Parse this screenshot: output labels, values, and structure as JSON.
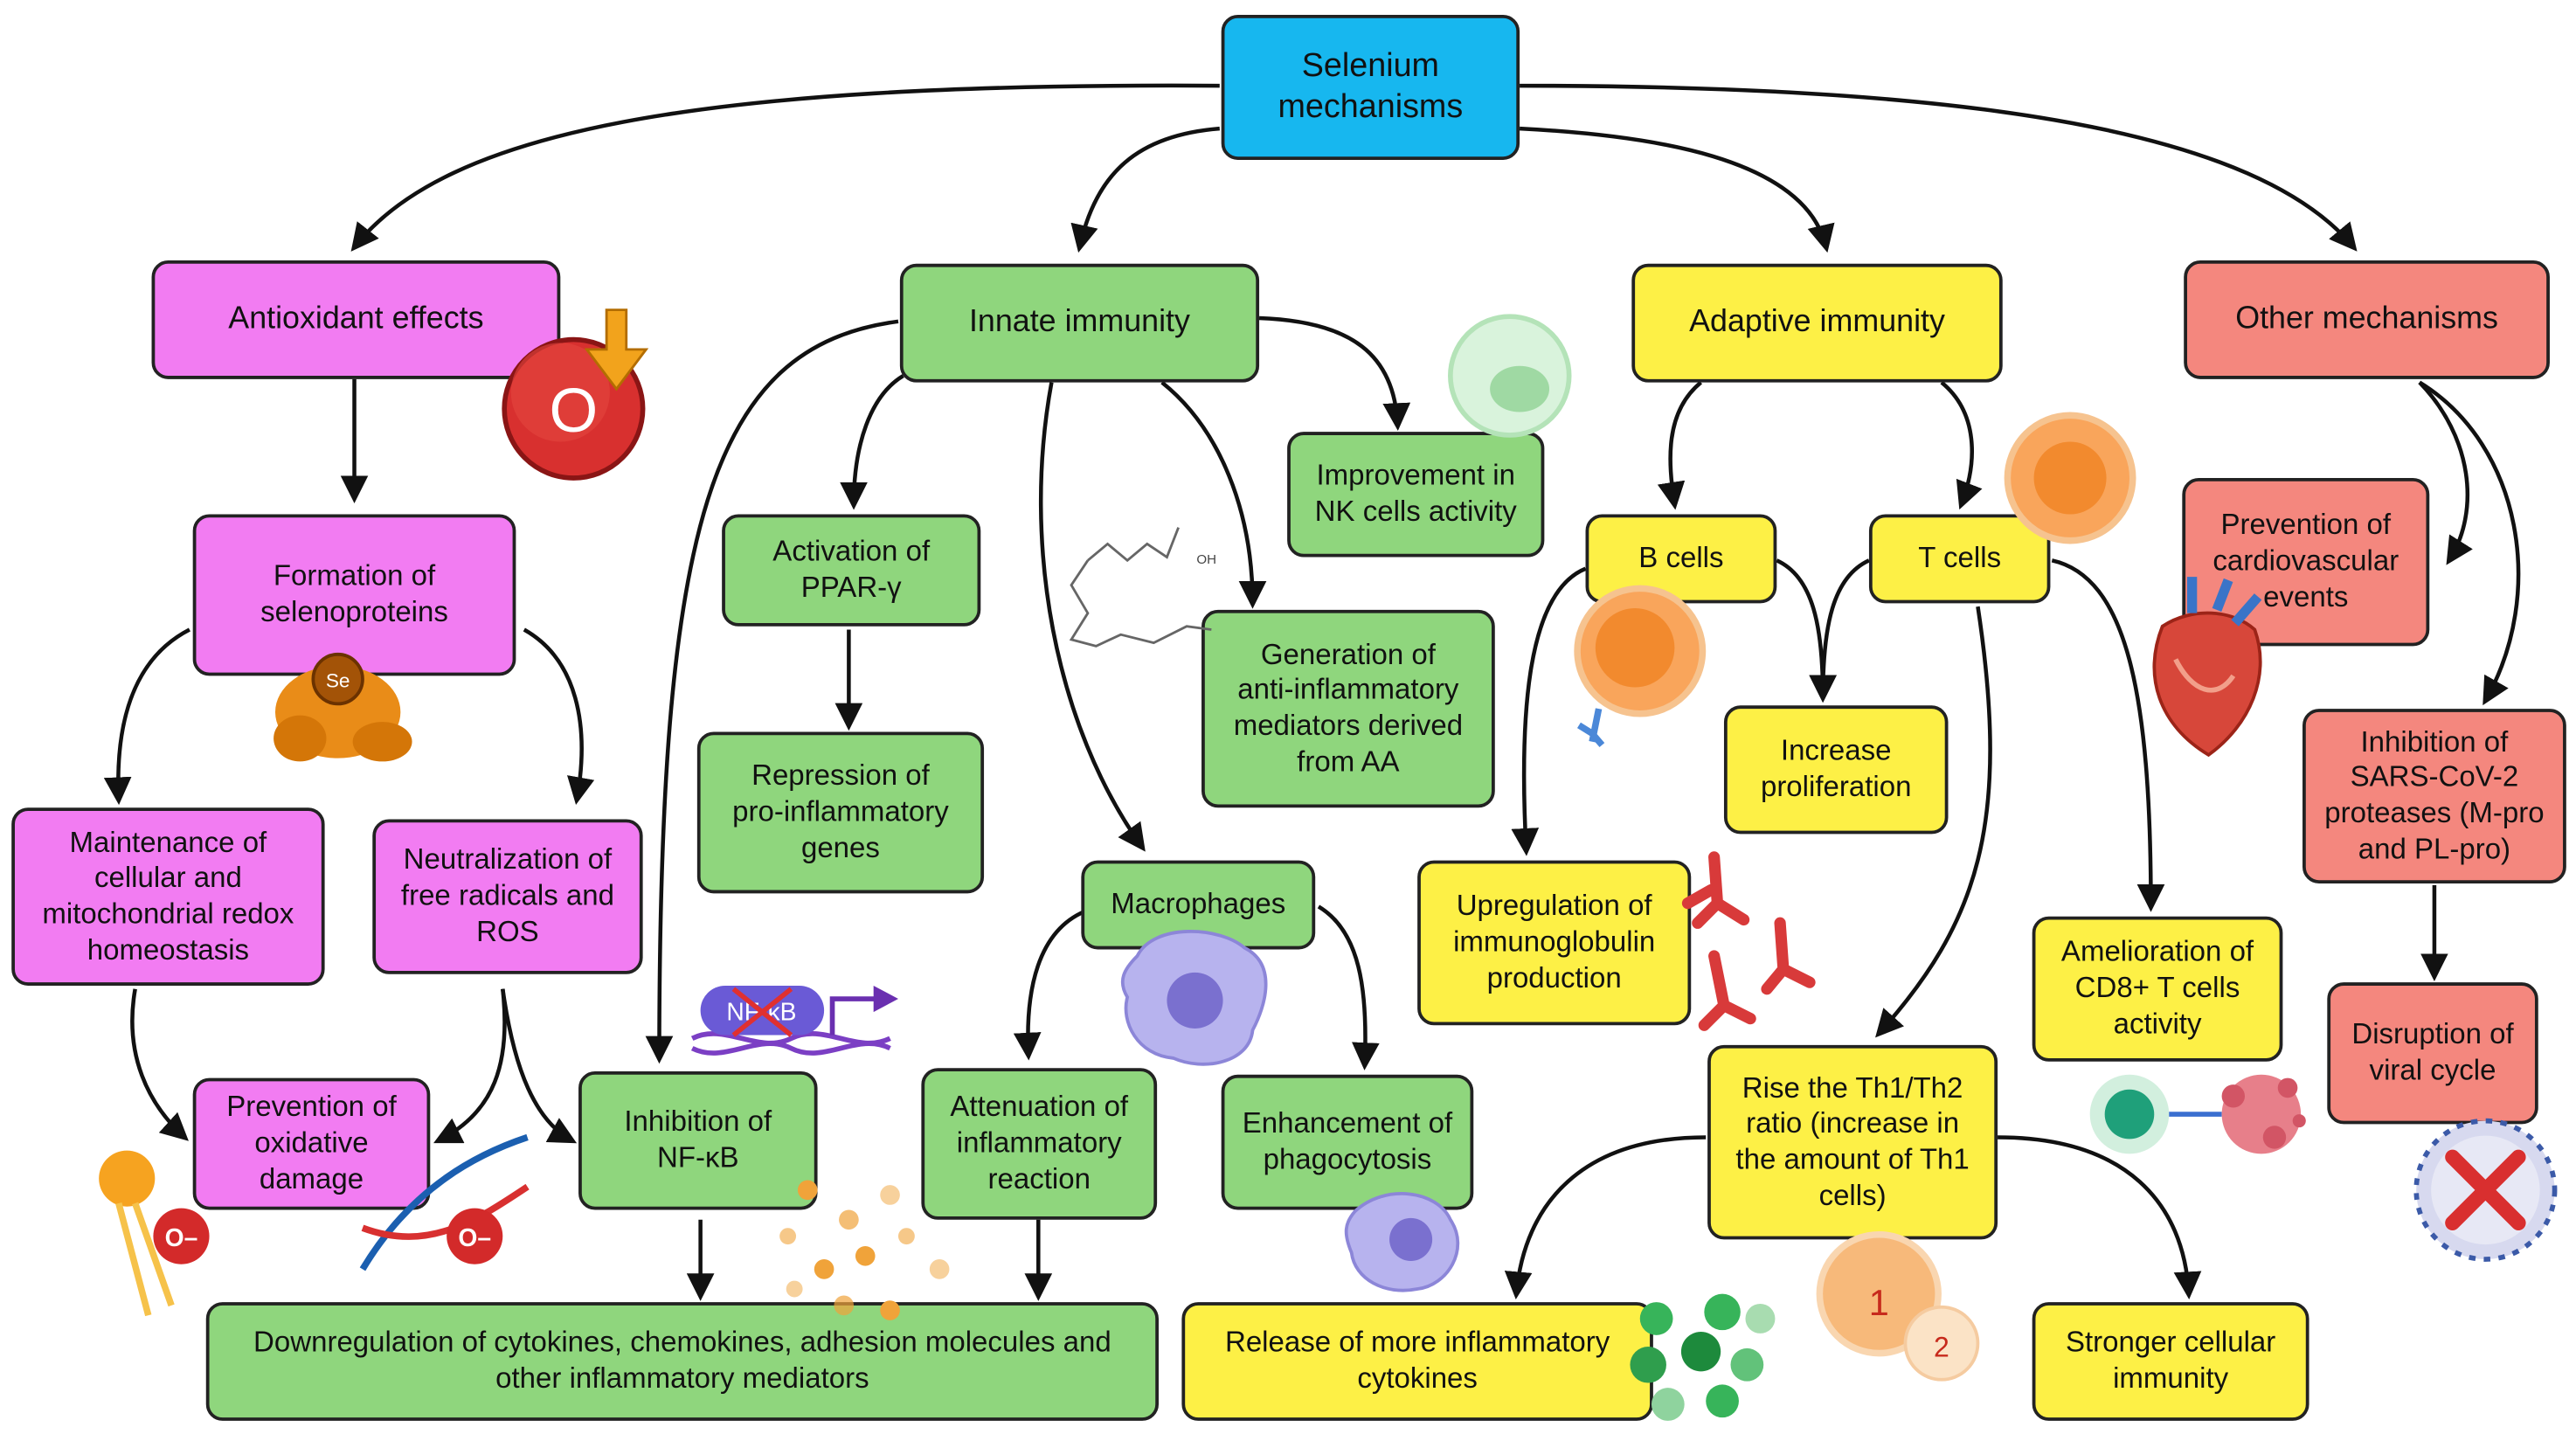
{
  "colors": {
    "root": "#17b7ef",
    "antioxidant": "#f27cf2",
    "innate": "#8fd67d",
    "adaptive": "#fdf046",
    "other": "#f4877e",
    "arrow": "#111111"
  },
  "nodes": {
    "root": "Selenium\nmechanisms",
    "antioxidant": "Antioxidant effects",
    "innate": "Innate immunity",
    "adaptive": "Adaptive immunity",
    "other": "Other mechanisms",
    "selenoproteins": "Formation of\nselenoproteins",
    "redox": "Maintenance of\ncellular and\nmitochondrial redox\nhomeostasis",
    "neutralization": "Neutralization of\nfree radicals and\nROS",
    "prevention_oxidative": "Prevention of\noxidative\ndamage",
    "ppar": "Activation of\nPPAR-γ",
    "repression": "Repression of\npro-inflammatory\ngenes",
    "nk": "Improvement in\nNK cells activity",
    "aa_mediators": "Generation of\nanti-inflammatory\nmediators derived\nfrom AA",
    "macrophages": "Macrophages",
    "nfkb_inhibition": "Inhibition of\nNF-κB",
    "attenuation": "Attenuation of\ninflammatory\nreaction",
    "phagocytosis": "Enhancement of\nphagocytosis",
    "downregulation": "Downregulation of cytokines, chemokines, adhesion molecules and\nother inflammatory mediators",
    "b_cells": "B cells",
    "t_cells": "T cells",
    "proliferation": "Increase\nproliferation",
    "immunoglobulin": "Upregulation of\nimmunoglobulin\nproduction",
    "cd8": "Amelioration of\nCD8+ T cells\nactivity",
    "th1th2": "Rise the Th1/Th2\nratio (increase in\nthe amount of Th1\ncells)",
    "release_cytokines": "Release of more inflammatory\ncytokines",
    "cellular_immunity": "Stronger cellular\nimmunity",
    "cardiovascular": "Prevention of\ncardiovascular\nevents",
    "sars": "Inhibition of\nSARS-CoV-2\nproteases (M-pro\nand PL-pro)",
    "viral_cycle": "Disruption of\nviral cycle"
  },
  "icons": {
    "oxygen": "O",
    "selenium": "Se",
    "anion": "O–",
    "nfkb": "NF-κB",
    "aa_acid": "OH",
    "th1": "1",
    "th2": "2"
  }
}
